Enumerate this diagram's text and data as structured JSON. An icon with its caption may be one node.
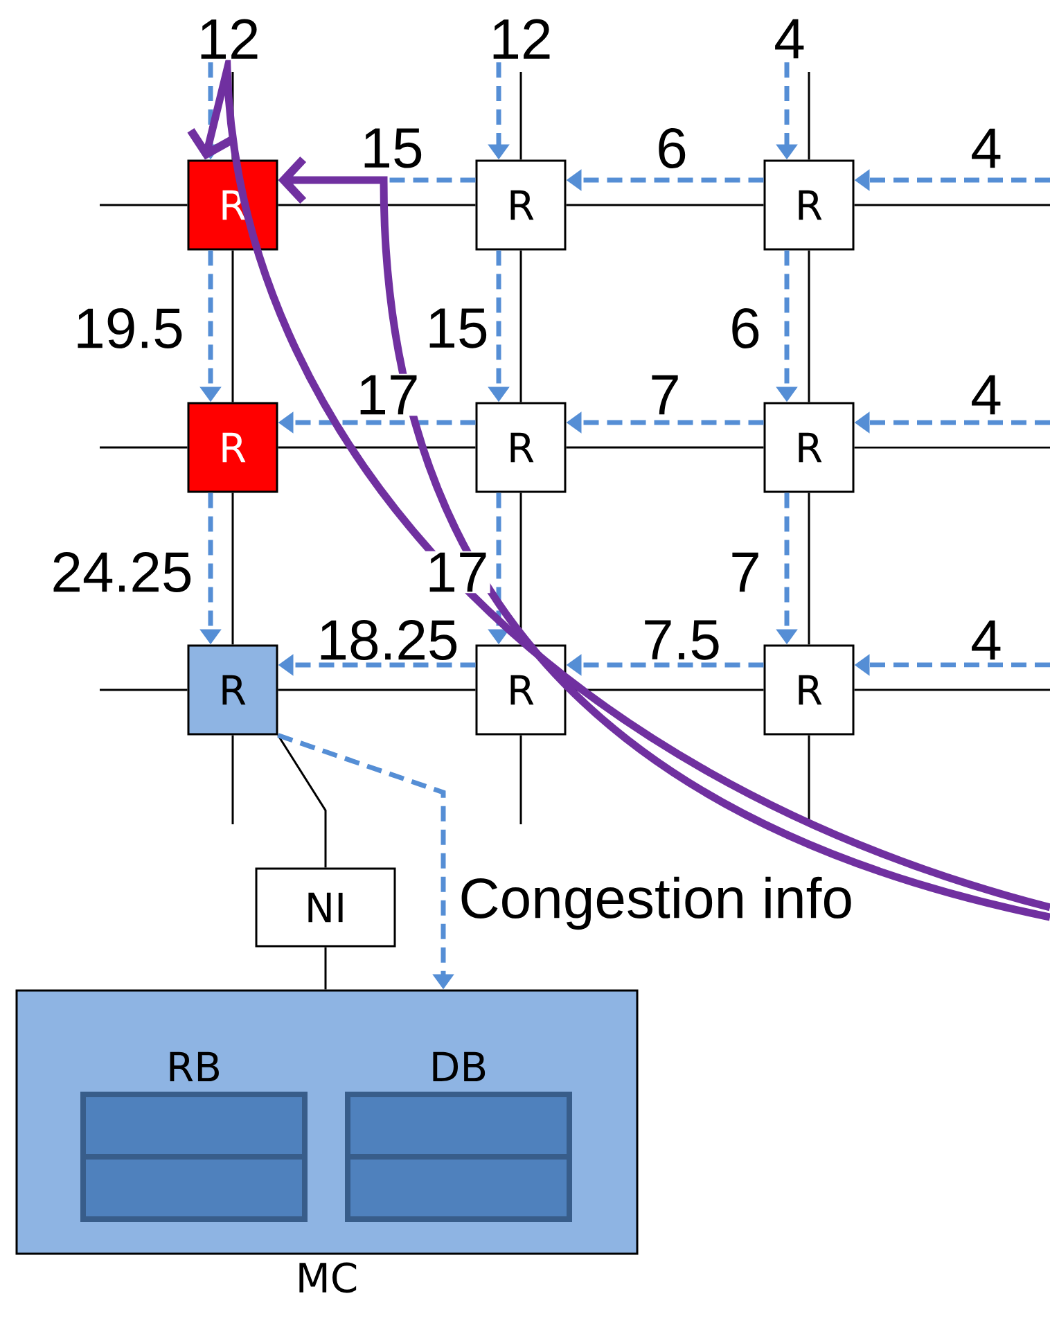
{
  "diagram": {
    "nodes": [
      {
        "text": [
          "R"
        ]
      },
      {
        "text": [
          "R"
        ]
      },
      {
        "text": [
          "R"
        ]
      },
      {
        "text": [
          "R"
        ]
      },
      {
        "text": [
          "R"
        ]
      },
      {
        "text": [
          "R"
        ]
      },
      {
        "text": [
          "R"
        ]
      },
      {
        "text": [
          "R"
        ]
      },
      {
        "text": [
          "R"
        ]
      },
      {
        "text": [
          "NI"
        ]
      },
      {
        "text": [
          "MC"
        ]
      },
      {
        "text": [
          "RB"
        ],
        "in": 10
      },
      {
        "text": [
          "DB"
        ],
        "in": 10
      }
    ],
    "edges": [
      {
        "from": 0,
        "to": 1,
        "arrow": "none"
      },
      {
        "from": 1,
        "to": 2,
        "arrow": "none"
      },
      {
        "from": 3,
        "to": 4,
        "arrow": "none"
      },
      {
        "from": 4,
        "to": 5,
        "arrow": "none"
      },
      {
        "from": 6,
        "to": 7,
        "arrow": "none"
      },
      {
        "from": 7,
        "to": 8,
        "arrow": "none"
      },
      {
        "from": 0,
        "to": 3,
        "arrow": "none"
      },
      {
        "from": 3,
        "to": 6,
        "arrow": "none"
      },
      {
        "from": 1,
        "to": 4,
        "arrow": "none"
      },
      {
        "from": 4,
        "to": 7,
        "arrow": "none"
      },
      {
        "from": 2,
        "to": 5,
        "arrow": "none"
      },
      {
        "from": 5,
        "to": 8,
        "arrow": "none"
      },
      {
        "from": 0,
        "to": null,
        "arrow": "none"
      },
      {
        "from": 3,
        "to": null,
        "arrow": "none"
      },
      {
        "from": 6,
        "to": null,
        "arrow": "none"
      },
      {
        "from": 0,
        "to": null,
        "arrow": "none"
      },
      {
        "from": 1,
        "to": null,
        "arrow": "none"
      },
      {
        "from": 2,
        "to": null,
        "arrow": "none"
      },
      {
        "from": 2,
        "to": null,
        "arrow": "none"
      },
      {
        "from": 5,
        "to": null,
        "arrow": "none"
      },
      {
        "from": 8,
        "to": null,
        "arrow": "none"
      },
      {
        "from": 6,
        "to": null,
        "arrow": "none"
      },
      {
        "from": 7,
        "to": null,
        "arrow": "none"
      },
      {
        "from": 8,
        "to": null,
        "arrow": "none"
      },
      {
        "from": 6,
        "to": 9,
        "arrow": "none"
      },
      {
        "from": 9,
        "to": 10,
        "arrow": "none"
      },
      {
        "from": null,
        "to": 0,
        "arrow": "to",
        "label": "12",
        "style": "dashed",
        "color": "#558ed5"
      },
      {
        "from": null,
        "to": 1,
        "arrow": "to",
        "label": "12",
        "style": "dashed",
        "color": "#558ed5"
      },
      {
        "from": null,
        "to": 2,
        "arrow": "to",
        "label": "4",
        "style": "dashed",
        "color": "#558ed5"
      },
      {
        "from": null,
        "to": 2,
        "arrow": "to",
        "label": "4",
        "style": "dashed",
        "color": "#558ed5"
      },
      {
        "from": null,
        "to": 5,
        "arrow": "to",
        "label": "4",
        "style": "dashed",
        "color": "#558ed5"
      },
      {
        "from": null,
        "to": 8,
        "arrow": "to",
        "label": "4",
        "style": "dashed",
        "color": "#558ed5"
      },
      {
        "from": 1,
        "to": 0,
        "arrow": "to",
        "label": "15",
        "style": "dashed",
        "color": "#558ed5"
      },
      {
        "from": 2,
        "to": 1,
        "arrow": "to",
        "label": "6",
        "style": "dashed",
        "color": "#558ed5"
      },
      {
        "from": 0,
        "to": 3,
        "arrow": "to",
        "label": "19.5",
        "style": "dashed",
        "color": "#558ed5"
      },
      {
        "from": 1,
        "to": 4,
        "arrow": "to",
        "label": "15",
        "style": "dashed",
        "color": "#558ed5"
      },
      {
        "from": 2,
        "to": 5,
        "arrow": "to",
        "label": "6",
        "style": "dashed",
        "color": "#558ed5"
      },
      {
        "from": 4,
        "to": 3,
        "arrow": "to",
        "label": "17",
        "style": "dashed",
        "color": "#558ed5"
      },
      {
        "from": 5,
        "to": 4,
        "arrow": "to",
        "label": "7",
        "style": "dashed",
        "color": "#558ed5"
      },
      {
        "from": 3,
        "to": 6,
        "arrow": "to",
        "label": "24.25",
        "style": "dashed",
        "color": "#558ed5"
      },
      {
        "from": 4,
        "to": 7,
        "arrow": "to",
        "label": "17",
        "style": "dashed",
        "color": "#558ed5"
      },
      {
        "from": 5,
        "to": 8,
        "arrow": "to",
        "label": "7",
        "style": "dashed",
        "color": "#558ed5"
      },
      {
        "from": 7,
        "to": 6,
        "arrow": "to",
        "label": "18.25",
        "style": "dashed",
        "color": "#558ed5"
      },
      {
        "from": 8,
        "to": 7,
        "arrow": "to",
        "label": "7.5",
        "style": "dashed",
        "color": "#558ed5"
      },
      {
        "from": 6,
        "to": 10,
        "arrow": "to",
        "label": "Congestion info",
        "style": "dashed",
        "color": "#558ed5"
      },
      {
        "from": null,
        "to": 0,
        "arrow": "to",
        "style": "thick",
        "color": "#7030a0"
      },
      {
        "from": null,
        "to": 0,
        "arrow": "to",
        "style": "thick",
        "color": "#7030a0"
      }
    ]
  }
}
